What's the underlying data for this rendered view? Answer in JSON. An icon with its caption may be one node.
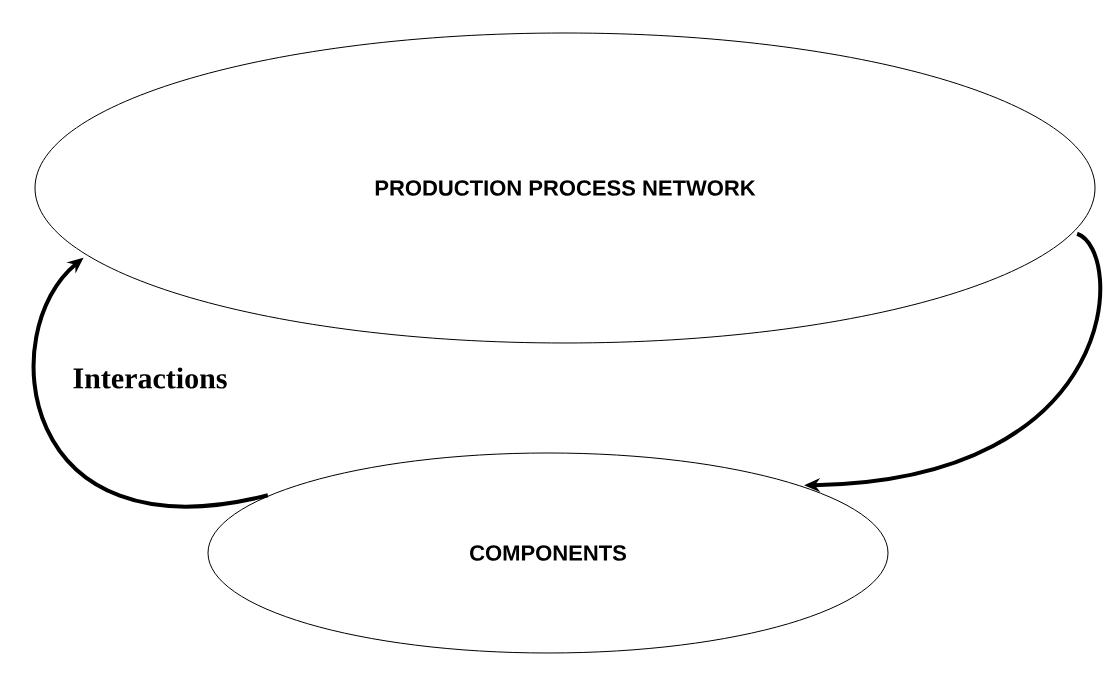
{
  "diagram": {
    "nodes": [
      {
        "text": [
          "PRODUCTION PROCESS NETWORK"
        ]
      },
      {
        "text": [
          "COMPONENTS"
        ]
      }
    ],
    "edges": [
      {
        "from": 0,
        "to": 1,
        "arrow": "to"
      },
      {
        "from": 1,
        "to": 0,
        "arrow": "to",
        "label": "Interactions"
      }
    ]
  }
}
